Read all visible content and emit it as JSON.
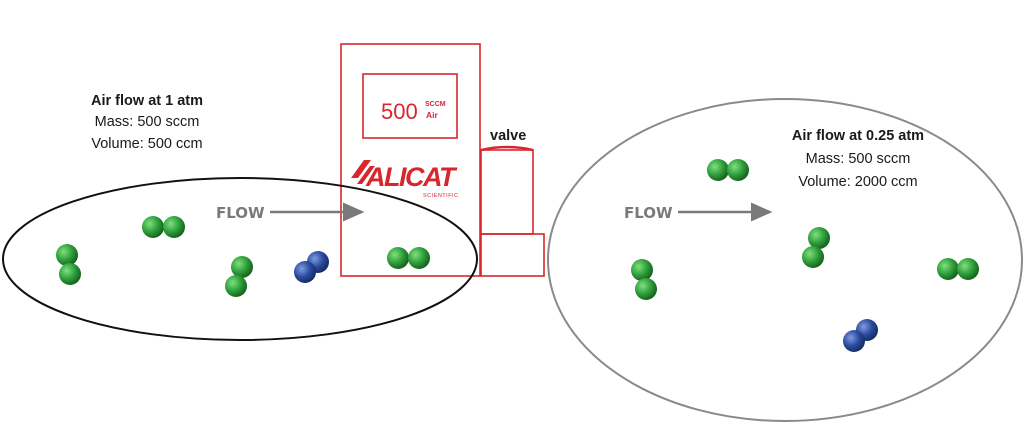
{
  "left": {
    "title": "Air flow at 1 atm",
    "mass": "Mass: 500 sccm",
    "volume": "Volume: 500 ccm",
    "flow_label": "FLOW"
  },
  "right": {
    "title": "Air flow at 0.25 atm",
    "mass": "Mass: 500 sccm",
    "volume": "Volume: 2000 ccm",
    "flow_label": "FLOW"
  },
  "device": {
    "display_value": "500",
    "display_unit": "SCCM",
    "display_gas": "Air",
    "brand": "ALICAT",
    "brand_sub": "SCIENTIFIC",
    "valve_label": "valve"
  },
  "colors": {
    "device_red": "#d8262e",
    "molecule_green": "#2e9e3a",
    "molecule_blue": "#2a4a9e",
    "left_outline": "#111111",
    "right_outline": "#8a8a8a",
    "flow_arrow": "#7a7a7a"
  }
}
